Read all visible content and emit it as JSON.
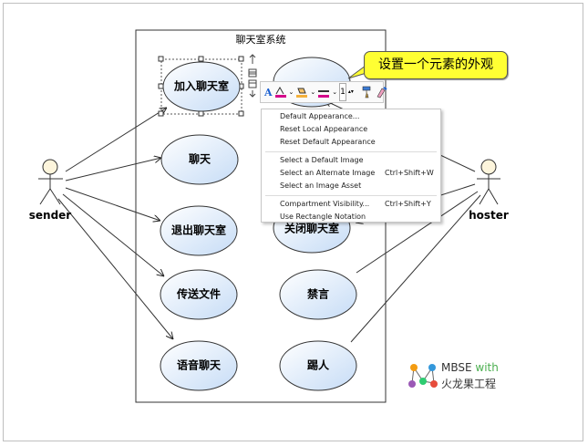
{
  "system": {
    "title": "聊天室系统"
  },
  "actors": {
    "left": "sender",
    "right": "hoster"
  },
  "use_cases": {
    "join": "加入聊天室",
    "chat": "聊天",
    "leave": "退出聊天室",
    "send_file": "传送文件",
    "voice": "语音聊天",
    "close": "关闭聊天室",
    "mute": "禁言",
    "kick": "踢人"
  },
  "callout": {
    "text": "设置一个元素的外观"
  },
  "toolbar": {
    "items": [
      "font-color-icon",
      "line-color-icon",
      "fill-color-icon",
      "border-color-icon",
      "line-width-stepper",
      "format-painter-icon",
      "clear-style-icon"
    ],
    "line_width": "1"
  },
  "context_menu": {
    "default_appearance": "Default Appearance...",
    "reset_local": "Reset Local Appearance",
    "reset_default": "Reset Default Appearance",
    "select_default_image": "Select a Default Image",
    "select_alternate_image": "Select an Alternate Image",
    "select_alternate_shortcut": "Ctrl+Shift+W",
    "select_image_asset": "Select an Image Asset",
    "compartment_visibility": "Compartment Visibility...",
    "compartment_shortcut": "Ctrl+Shift+Y",
    "rectangle_notation": "Use Rectangle Notation"
  },
  "logo": {
    "line1": "MBSE",
    "line1_accent": "with",
    "line2": "火龙果工程"
  },
  "colors": {
    "usecase_fill_top": "#ffffff",
    "usecase_fill_bottom": "#cfe2f8",
    "callout_bg": "#ffff33",
    "actor_head": "#fdf5dc",
    "toolbar_accent": "#1a5fd1"
  }
}
